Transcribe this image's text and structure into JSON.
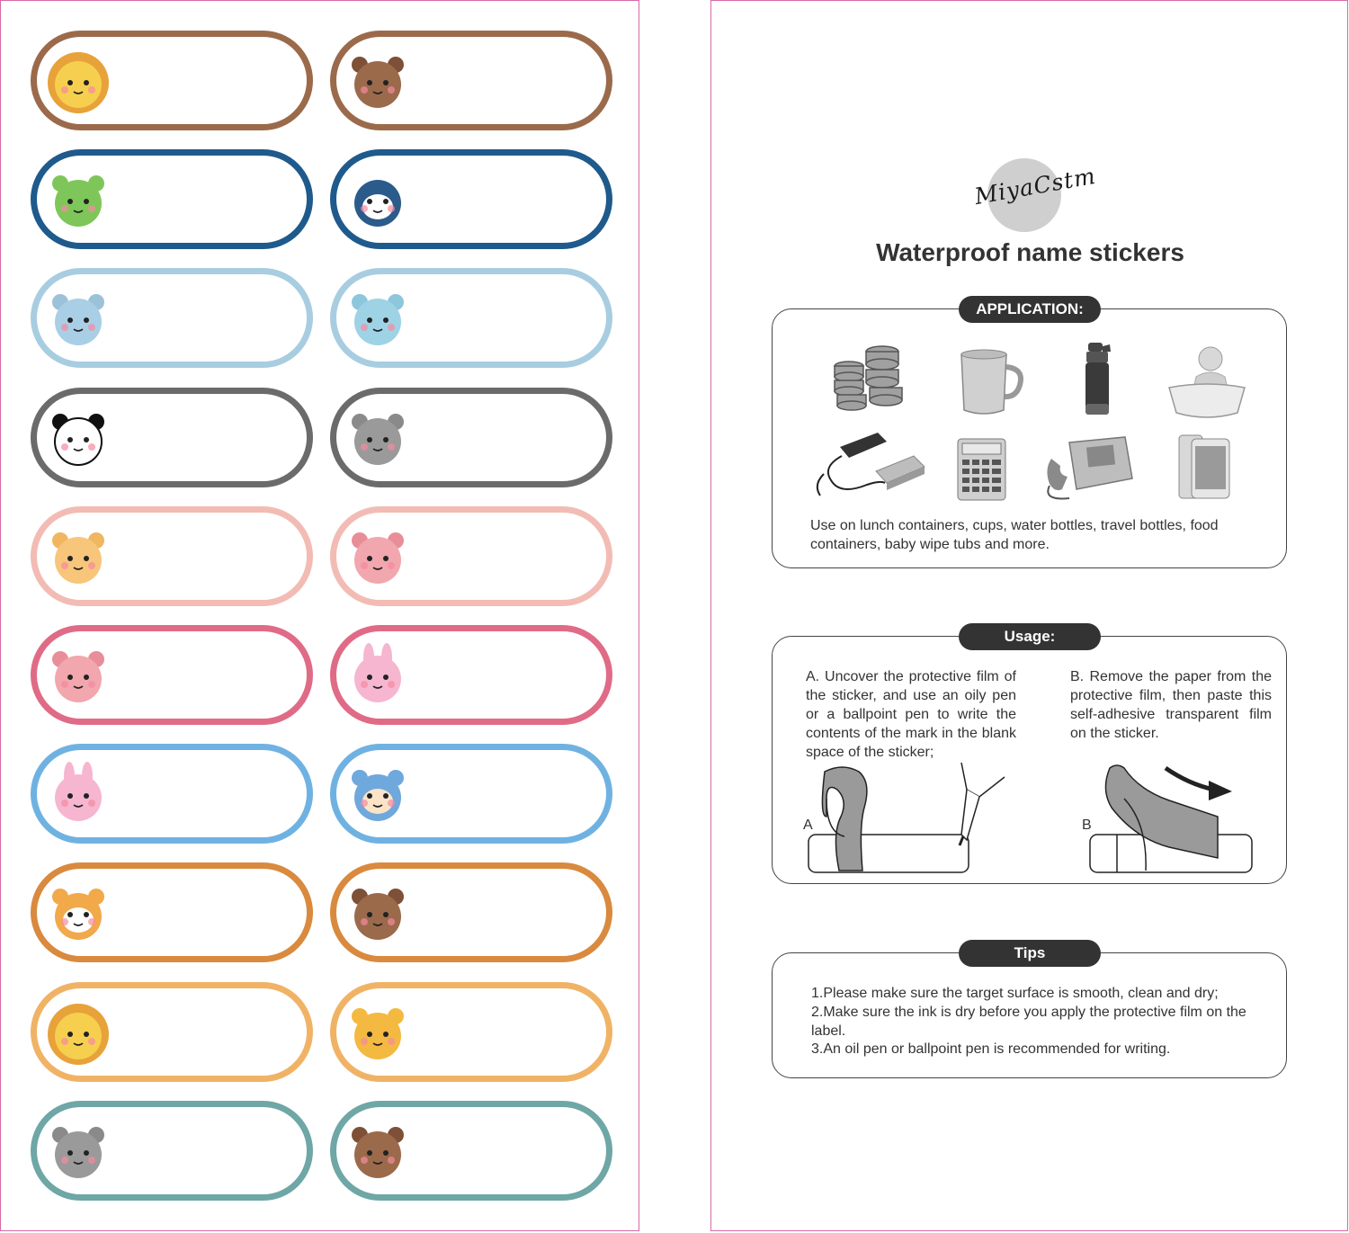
{
  "sticker_sheet": {
    "rows": [
      {
        "color": "#9b6a4b",
        "animals": [
          "lion-icon",
          "bear-icon"
        ]
      },
      {
        "color": "#1f5a8c",
        "animals": [
          "frog-icon",
          "penguin-icon"
        ]
      },
      {
        "color": "#a8cde0",
        "animals": [
          "rhino-icon",
          "elephant-icon"
        ]
      },
      {
        "color": "#6b6b6b",
        "animals": [
          "panda-icon",
          "cat-icon"
        ]
      },
      {
        "color": "#f2bcb4",
        "animals": [
          "tiger-icon",
          "pig-icon"
        ]
      },
      {
        "color": "#e06b86",
        "animals": [
          "pig-icon",
          "rabbit-icon"
        ]
      },
      {
        "color": "#6fb2e2",
        "animals": [
          "rabbit-icon",
          "monkey-icon"
        ]
      },
      {
        "color": "#d98a3e",
        "animals": [
          "fox-icon",
          "bear-icon"
        ]
      },
      {
        "color": "#f0b366",
        "animals": [
          "lion-icon",
          "giraffe-icon"
        ]
      },
      {
        "color": "#6fa6a6",
        "animals": [
          "cat-icon",
          "bear-icon"
        ]
      }
    ]
  },
  "info_sheet": {
    "brand": "MiyaCstm",
    "title": "Waterproof name stickers",
    "application": {
      "label": "APPLICATION:",
      "items": [
        "lunch-container-icon",
        "cup-icon",
        "water-bottle-icon",
        "baby-tub-icon",
        "power-bank-icon",
        "calculator-icon",
        "telephone-icon",
        "smartphone-icon"
      ],
      "text": "Use on lunch containers, cups, water bottles, travel bottles, food containers, baby wipe tubs and more."
    },
    "usage": {
      "label": "Usage:",
      "step_a": "A. Uncover the protective film of the sticker, and use an oily pen or a ballpoint pen to write the contents of the mark in the blank space of the sticker;",
      "step_b": "B. Remove the paper from the protective film, then paste this self-adhesive transparent film on the sticker.",
      "diagram_a_label": "A",
      "diagram_b_label": "B"
    },
    "tips": {
      "label": "Tips",
      "lines": [
        "1.Please make sure the target surface is smooth, clean and dry;",
        "2.Make sure the ink is dry before you apply the protective film on the label.",
        "3.An oil pen or ballpoint pen is recommended for writing."
      ]
    }
  }
}
